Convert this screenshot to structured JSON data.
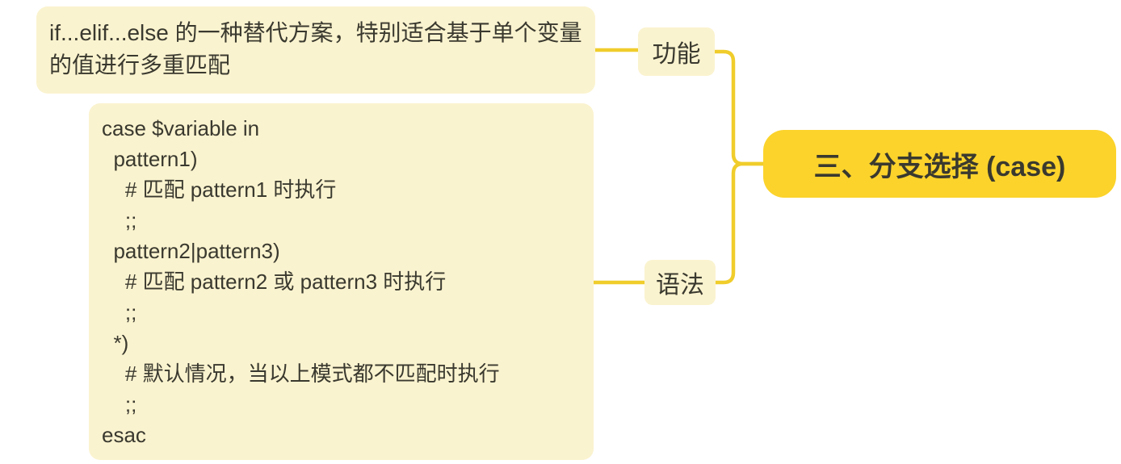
{
  "root": {
    "label": "三、分支选择 (case)"
  },
  "function_branch": {
    "label": "功能",
    "description": "if...elif...else 的一种替代方案，特别适合基于单个变量的值进行多重匹配"
  },
  "syntax_branch": {
    "label": "语法",
    "code_lines": [
      "case $variable in",
      "  pattern1)",
      "    # 匹配 pattern1 时执行",
      "    ;;",
      "  pattern2|pattern3)",
      "    # 匹配 pattern2 或 pattern3 时执行",
      "    ;;",
      "  *)",
      "    # 默认情况，当以上模式都不匹配时执行",
      "    ;;",
      "esac"
    ]
  },
  "colors": {
    "background": "#ffffff",
    "node_fill_light": "#faf3cf",
    "node_fill_accent": "#fbd32b",
    "connector": "#f0cd2b",
    "text": "#3a392f"
  }
}
